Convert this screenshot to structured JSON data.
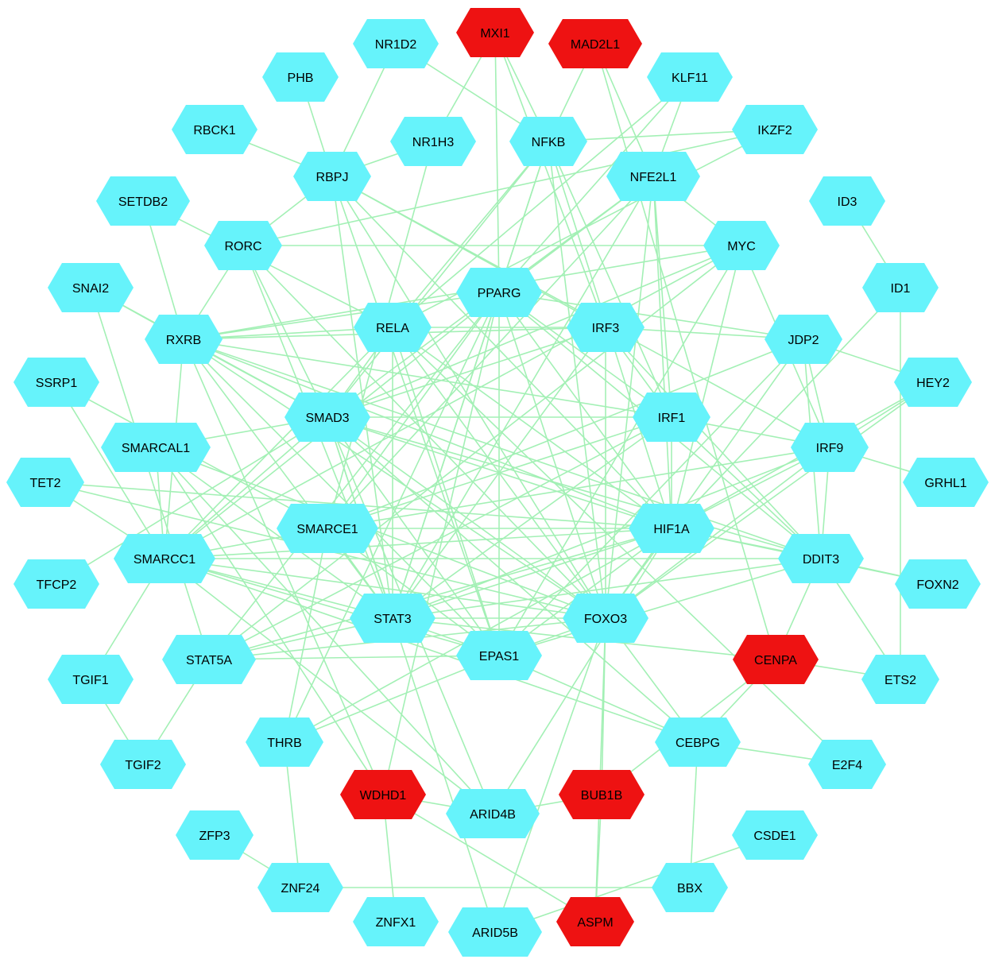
{
  "colors": {
    "hub": "#66f3fb",
    "highlight": "#ee1212",
    "edge": "#a3f0b5",
    "hub_text": "#000000",
    "highlight_text": "#000000"
  },
  "nodes": [
    {
      "id": "MXI1",
      "highlight": true
    },
    {
      "id": "MAD2L1",
      "highlight": true
    },
    {
      "id": "NR1D2"
    },
    {
      "id": "KLF11"
    },
    {
      "id": "PHB"
    },
    {
      "id": "RBCK1"
    },
    {
      "id": "NR1H3"
    },
    {
      "id": "NFKB"
    },
    {
      "id": "IKZF2"
    },
    {
      "id": "RBPJ"
    },
    {
      "id": "NFE2L1"
    },
    {
      "id": "SETDB2"
    },
    {
      "id": "ID3"
    },
    {
      "id": "RORC"
    },
    {
      "id": "MYC"
    },
    {
      "id": "SNAI2"
    },
    {
      "id": "PPARG"
    },
    {
      "id": "ID1"
    },
    {
      "id": "RXRB"
    },
    {
      "id": "RELA"
    },
    {
      "id": "IRF3"
    },
    {
      "id": "JDP2"
    },
    {
      "id": "SSRP1"
    },
    {
      "id": "HEY2"
    },
    {
      "id": "SMAD3"
    },
    {
      "id": "IRF1"
    },
    {
      "id": "SMARCAL1"
    },
    {
      "id": "IRF9"
    },
    {
      "id": "TET2"
    },
    {
      "id": "GRHL1"
    },
    {
      "id": "SMARCE1"
    },
    {
      "id": "HIF1A"
    },
    {
      "id": "SMARCC1"
    },
    {
      "id": "DDIT3"
    },
    {
      "id": "TFCP2"
    },
    {
      "id": "FOXN2"
    },
    {
      "id": "STAT3"
    },
    {
      "id": "FOXO3"
    },
    {
      "id": "EPAS1"
    },
    {
      "id": "CENPA",
      "highlight": true
    },
    {
      "id": "STAT5A"
    },
    {
      "id": "TGIF1"
    },
    {
      "id": "ETS2"
    },
    {
      "id": "THRB"
    },
    {
      "id": "CEBPG"
    },
    {
      "id": "TGIF2"
    },
    {
      "id": "E2F4"
    },
    {
      "id": "WDHD1",
      "highlight": true
    },
    {
      "id": "BUB1B",
      "highlight": true
    },
    {
      "id": "ARID4B"
    },
    {
      "id": "ZFP3"
    },
    {
      "id": "CSDE1"
    },
    {
      "id": "ZNF24"
    },
    {
      "id": "BBX"
    },
    {
      "id": "ZNFX1"
    },
    {
      "id": "ARID5B"
    },
    {
      "id": "ASPM",
      "highlight": true
    }
  ],
  "edges": [
    [
      "MXI1",
      "NFKB"
    ],
    [
      "MXI1",
      "NR1H3"
    ],
    [
      "MXI1",
      "PPARG"
    ],
    [
      "MXI1",
      "IRF3"
    ],
    [
      "MAD2L1",
      "NFKB"
    ],
    [
      "MAD2L1",
      "CENPA"
    ],
    [
      "MAD2L1",
      "NFE2L1"
    ],
    [
      "NR1D2",
      "NFKB"
    ],
    [
      "NR1D2",
      "RBPJ"
    ],
    [
      "PHB",
      "RBPJ"
    ],
    [
      "RBCK1",
      "RBPJ"
    ],
    [
      "KLF11",
      "PPARG"
    ],
    [
      "KLF11",
      "NFE2L1"
    ],
    [
      "KLF11",
      "RELA"
    ],
    [
      "IKZF2",
      "NFKB"
    ],
    [
      "IKZF2",
      "RORC"
    ],
    [
      "IKZF2",
      "RELA"
    ],
    [
      "NR1H3",
      "RBPJ"
    ],
    [
      "NR1H3",
      "SMARCE1"
    ],
    [
      "NFKB",
      "STAT3"
    ],
    [
      "NFKB",
      "FOXO3"
    ],
    [
      "NFKB",
      "RELA"
    ],
    [
      "NFKB",
      "IRF1"
    ],
    [
      "NFKB",
      "SMAD3"
    ],
    [
      "NFKB",
      "PPARG"
    ],
    [
      "NFKB",
      "HIF1A"
    ],
    [
      "RBPJ",
      "RORC"
    ],
    [
      "RBPJ",
      "STAT3"
    ],
    [
      "RBPJ",
      "EPAS1"
    ],
    [
      "RBPJ",
      "IRF3"
    ],
    [
      "RBPJ",
      "FOXO3"
    ],
    [
      "RBPJ",
      "HIF1A"
    ],
    [
      "RBPJ",
      "IRF9"
    ],
    [
      "NFE2L1",
      "SMAD3"
    ],
    [
      "NFE2L1",
      "STAT3"
    ],
    [
      "NFE2L1",
      "FOXO3"
    ],
    [
      "NFE2L1",
      "HIF1A"
    ],
    [
      "NFE2L1",
      "IRF1"
    ],
    [
      "NFE2L1",
      "MYC"
    ],
    [
      "NFE2L1",
      "SMARCE1"
    ],
    [
      "NFE2L1",
      "PPARG"
    ],
    [
      "SETDB2",
      "RXRB"
    ],
    [
      "SETDB2",
      "RELA"
    ],
    [
      "ID3",
      "ID1"
    ],
    [
      "ID1",
      "ETS2"
    ],
    [
      "ID1",
      "HIF1A"
    ],
    [
      "RORC",
      "RXRB"
    ],
    [
      "RORC",
      "SMAD3"
    ],
    [
      "RORC",
      "STAT3"
    ],
    [
      "RORC",
      "FOXO3"
    ],
    [
      "RORC",
      "MYC"
    ],
    [
      "MYC",
      "RXRB"
    ],
    [
      "MYC",
      "STAT5A"
    ],
    [
      "MYC",
      "SMAD3"
    ],
    [
      "MYC",
      "IRF9"
    ],
    [
      "MYC",
      "HIF1A"
    ],
    [
      "MYC",
      "SMARCC1"
    ],
    [
      "MYC",
      "EPAS1"
    ],
    [
      "SNAI2",
      "RXRB"
    ],
    [
      "SNAI2",
      "SMAD3"
    ],
    [
      "SNAI2",
      "STAT5A"
    ],
    [
      "PPARG",
      "SMARCC1"
    ],
    [
      "PPARG",
      "STAT3"
    ],
    [
      "PPARG",
      "FOXO3"
    ],
    [
      "PPARG",
      "EPAS1"
    ],
    [
      "PPARG",
      "IRF1"
    ],
    [
      "PPARG",
      "SMARCE1"
    ],
    [
      "PPARG",
      "RXRB"
    ],
    [
      "PPARG",
      "THRB"
    ],
    [
      "PPARG",
      "STAT5A"
    ],
    [
      "PPARG",
      "HIF1A"
    ],
    [
      "PPARG",
      "WDHD1"
    ],
    [
      "PPARG",
      "DDIT3"
    ],
    [
      "PPARG",
      "JDP2"
    ],
    [
      "RXRB",
      "RELA"
    ],
    [
      "RXRB",
      "SMAD3"
    ],
    [
      "RXRB",
      "HIF1A"
    ],
    [
      "RXRB",
      "FOXO3"
    ],
    [
      "RXRB",
      "STAT3"
    ],
    [
      "RXRB",
      "IRF1"
    ],
    [
      "RXRB",
      "EPAS1"
    ],
    [
      "RXRB",
      "SMARCC1"
    ],
    [
      "RXRB",
      "DDIT3"
    ],
    [
      "RXRB",
      "IRF3"
    ],
    [
      "RELA",
      "SMARCC1"
    ],
    [
      "RELA",
      "STAT3"
    ],
    [
      "RELA",
      "FOXO3"
    ],
    [
      "RELA",
      "IRF3"
    ],
    [
      "RELA",
      "HIF1A"
    ],
    [
      "RELA",
      "EPAS1"
    ],
    [
      "RELA",
      "SMAD3"
    ],
    [
      "IRF3",
      "IRF1"
    ],
    [
      "IRF3",
      "JDP2"
    ],
    [
      "IRF3",
      "SMAD3"
    ],
    [
      "IRF3",
      "FOXO3"
    ],
    [
      "IRF3",
      "STAT3"
    ],
    [
      "IRF3",
      "DDIT3"
    ],
    [
      "JDP2",
      "HEY2"
    ],
    [
      "JDP2",
      "SMARCE1"
    ],
    [
      "JDP2",
      "FOXO3"
    ],
    [
      "JDP2",
      "IRF9"
    ],
    [
      "JDP2",
      "DDIT3"
    ],
    [
      "JDP2",
      "EPAS1"
    ],
    [
      "SSRP1",
      "SMARCE1"
    ],
    [
      "SSRP1",
      "SMARCC1"
    ],
    [
      "HEY2",
      "HIF1A"
    ],
    [
      "HEY2",
      "IRF9"
    ],
    [
      "HEY2",
      "FOXO3"
    ],
    [
      "SMAD3",
      "STAT3"
    ],
    [
      "SMAD3",
      "FOXO3"
    ],
    [
      "SMAD3",
      "HIF1A"
    ],
    [
      "SMAD3",
      "EPAS1"
    ],
    [
      "SMAD3",
      "SMARCC1"
    ],
    [
      "SMAD3",
      "ARID4B"
    ],
    [
      "SMAD3",
      "CEBPG"
    ],
    [
      "SMAD3",
      "IRF1"
    ],
    [
      "SMAD3",
      "DDIT3"
    ],
    [
      "SMAD3",
      "SMARCAL1"
    ],
    [
      "SMAD3",
      "ARID5B"
    ],
    [
      "IRF1",
      "HIF1A"
    ],
    [
      "IRF1",
      "IRF9"
    ],
    [
      "IRF1",
      "STAT3"
    ],
    [
      "IRF1",
      "SMARCE1"
    ],
    [
      "IRF1",
      "STAT5A"
    ],
    [
      "IRF1",
      "DDIT3"
    ],
    [
      "SMARCAL1",
      "STAT3"
    ],
    [
      "SMARCAL1",
      "SMARCC1"
    ],
    [
      "SMARCAL1",
      "WDHD1"
    ],
    [
      "SMARCAL1",
      "ARID4B"
    ],
    [
      "IRF9",
      "GRHL1"
    ],
    [
      "IRF9",
      "FOXO3"
    ],
    [
      "IRF9",
      "SMARCE1"
    ],
    [
      "IRF9",
      "STAT3"
    ],
    [
      "IRF9",
      "HIF1A"
    ],
    [
      "IRF9",
      "DDIT3"
    ],
    [
      "TET2",
      "SMARCC1"
    ],
    [
      "TET2",
      "HIF1A"
    ],
    [
      "TET2",
      "FOXO3"
    ],
    [
      "SMARCE1",
      "STAT3"
    ],
    [
      "SMARCE1",
      "HIF1A"
    ],
    [
      "SMARCE1",
      "EPAS1"
    ],
    [
      "SMARCE1",
      "THRB"
    ],
    [
      "SMARCE1",
      "SMARCC1"
    ],
    [
      "HIF1A",
      "STAT3"
    ],
    [
      "HIF1A",
      "FOXO3"
    ],
    [
      "HIF1A",
      "EPAS1"
    ],
    [
      "HIF1A",
      "DDIT3"
    ],
    [
      "HIF1A",
      "SMARCC1"
    ],
    [
      "HIF1A",
      "FOXN2"
    ],
    [
      "HIF1A",
      "STAT5A"
    ],
    [
      "SMARCC1",
      "STAT3"
    ],
    [
      "SMARCC1",
      "FOXO3"
    ],
    [
      "SMARCC1",
      "DDIT3"
    ],
    [
      "SMARCC1",
      "TGIF1"
    ],
    [
      "SMARCC1",
      "EPAS1"
    ],
    [
      "DDIT3",
      "FOXN2"
    ],
    [
      "DDIT3",
      "ETS2"
    ],
    [
      "DDIT3",
      "CENPA"
    ],
    [
      "DDIT3",
      "STAT3"
    ],
    [
      "DDIT3",
      "EPAS1"
    ],
    [
      "TFCP2",
      "SMAD3"
    ],
    [
      "STAT3",
      "FOXO3"
    ],
    [
      "STAT3",
      "EPAS1"
    ],
    [
      "STAT3",
      "CENPA"
    ],
    [
      "STAT3",
      "STAT5A"
    ],
    [
      "FOXO3",
      "EPAS1"
    ],
    [
      "FOXO3",
      "BUB1B"
    ],
    [
      "FOXO3",
      "ASPM"
    ],
    [
      "FOXO3",
      "STAT5A"
    ],
    [
      "FOXO3",
      "CEBPG"
    ],
    [
      "FOXO3",
      "ARID5B"
    ],
    [
      "EPAS1",
      "THRB"
    ],
    [
      "EPAS1",
      "STAT5A"
    ],
    [
      "EPAS1",
      "CEBPG"
    ],
    [
      "CENPA",
      "ETS2"
    ],
    [
      "CENPA",
      "CEBPG"
    ],
    [
      "CENPA",
      "BUB1B"
    ],
    [
      "STAT5A",
      "TGIF2"
    ],
    [
      "THRB",
      "ZNF24"
    ],
    [
      "THRB",
      "HIF1A"
    ],
    [
      "CEBPG",
      "E2F4"
    ],
    [
      "CEBPG",
      "BBX"
    ],
    [
      "CEBPG",
      "SMARCC1"
    ],
    [
      "WDHD1",
      "ARID4B"
    ],
    [
      "WDHD1",
      "ZNFX1"
    ],
    [
      "WDHD1",
      "ASPM"
    ],
    [
      "WDHD1",
      "RXRB"
    ],
    [
      "BUB1B",
      "ARID4B"
    ],
    [
      "BUB1B",
      "ASPM"
    ],
    [
      "ARID4B",
      "SMARCC1"
    ],
    [
      "ARID4B",
      "HIF1A"
    ],
    [
      "TGIF1",
      "TGIF2"
    ],
    [
      "ZFP3",
      "ZNF24"
    ],
    [
      "ZNF24",
      "BBX"
    ],
    [
      "CSDE1",
      "ARID5B"
    ],
    [
      "E2F4",
      "RELA"
    ],
    [
      "SMARCAL1",
      "FOXO3"
    ]
  ]
}
